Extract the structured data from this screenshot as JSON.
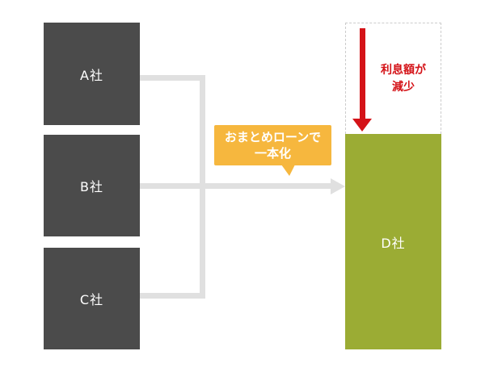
{
  "diagram": {
    "title": "debt-consolidation-loan-diagram",
    "source_boxes": [
      {
        "label": "A社"
      },
      {
        "label": "B社"
      },
      {
        "label": "C社"
      }
    ],
    "target_box": {
      "label": "D社"
    },
    "bubble": {
      "line1": "おまとめローンで",
      "line2": "一本化"
    },
    "annotation": {
      "line1": "利息額が",
      "line2": "減少"
    },
    "icons": {
      "red_down_arrow": "css-triangle-down",
      "gray_right_arrow": "css-triangle-right",
      "bubble_tail": "css-triangle-down"
    },
    "colors": {
      "source_box": "#4b4b4b",
      "target_box": "#9bac34",
      "connector": "#e0e0e0",
      "bubble": "#f6b73e",
      "accent_red": "#d41318",
      "dashed_border": "#cccccc",
      "box_text": "#ffffff",
      "background": "#ffffff"
    }
  }
}
